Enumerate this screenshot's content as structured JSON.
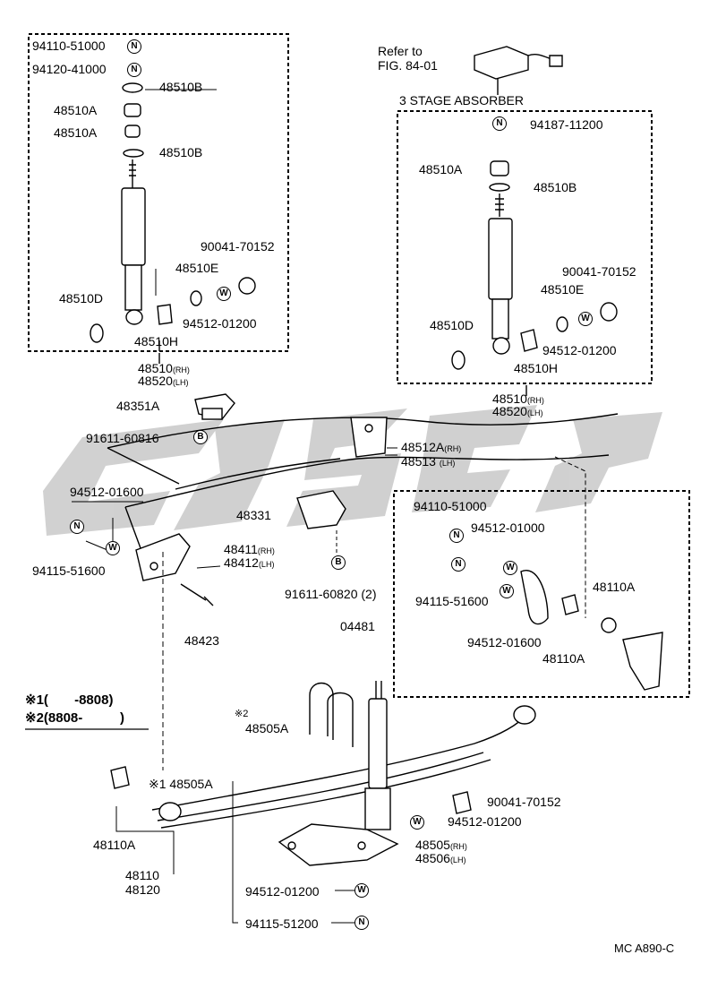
{
  "refer": {
    "line1": "Refer to",
    "line2": "FIG. 84-01"
  },
  "absorber_title": "3 STAGE ABSORBER",
  "left_box": {
    "p1": "94110-51000",
    "p2": "94120-41000",
    "p3": "48510B",
    "p4": "48510A",
    "p5": "48510A",
    "p6": "48510B",
    "p7": "90041-70152",
    "p8": "48510E",
    "p9": "48510D",
    "p10": "94512-01200",
    "p11": "48510H",
    "asm_rh": "48510",
    "asm_lh": "48520"
  },
  "right_box": {
    "p1": "94187-11200",
    "p2": "48510A",
    "p3": "48510B",
    "p4": "90041-70152",
    "p5": "48510E",
    "p6": "48510D",
    "p7": "94512-01200",
    "p8": "48510H",
    "asm_rh": "48510",
    "asm_lh": "48520"
  },
  "middle": {
    "p48351A": "48351A",
    "p91611_60816": "91611-60816",
    "p48512A": "48512A",
    "p48513": "48513",
    "p94512_01600": "94512-01600",
    "p48331": "48331",
    "p94115_51600": "94115-51600",
    "p48411": "48411",
    "p48412": "48412",
    "p91611_60820": "91611-60820",
    "p91611_60820_qty": "(2)",
    "p48423": "48423"
  },
  "shackle_box": {
    "p1": "94110-51000",
    "p2": "94512-01000",
    "p3": "94115-51600",
    "p4": "48110A",
    "p5": "04481",
    "p6": "94512-01600",
    "p7": "48110A"
  },
  "notes": {
    "n1_mark": "※1(",
    "n1_val": "-8808)",
    "n2_mark": "※2(8808-",
    "n2_val": ")"
  },
  "bottom": {
    "star2": "※2",
    "p48505A_top": "48505A",
    "p48505A_low": "※1 48505A",
    "p48110A": "48110A",
    "p48110": "48110",
    "p48120": "48120",
    "p90041_70152": "90041-70152",
    "p94512_01200": "94512-01200",
    "p48505": "48505",
    "p48506": "48506",
    "p94512_01200b": "94512-01200",
    "p94115_51200": "94115-51200"
  },
  "suffix": {
    "rh": "(RH)",
    "lh": "(LH)"
  },
  "badges": {
    "n": "N",
    "w": "W",
    "b": "B"
  },
  "code": "MC A890-C",
  "watermark": {
    "color": "#cccccc"
  }
}
